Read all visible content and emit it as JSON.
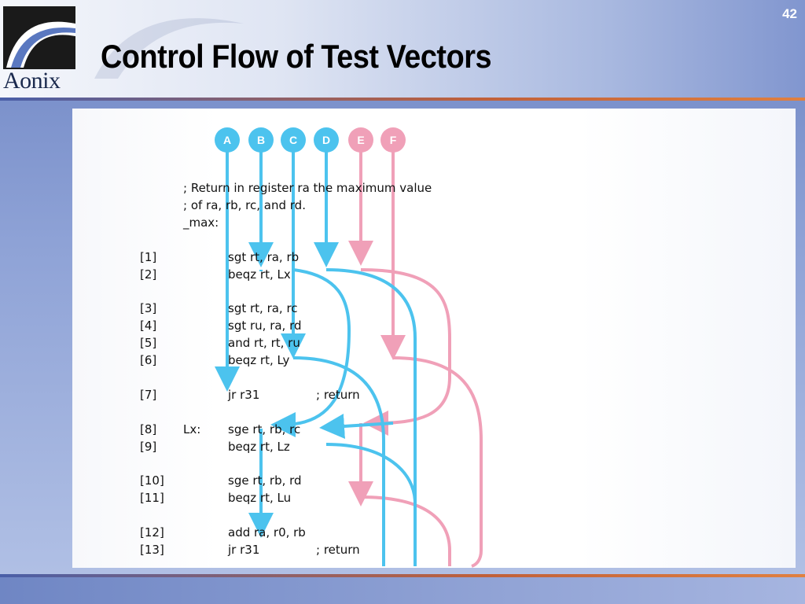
{
  "header": {
    "title": "Control Flow of Test Vectors",
    "page_number": "42",
    "logo_text": "Aonix"
  },
  "colors": {
    "blue_path": "#4cc3ee",
    "pink_path": "#f0a0b8",
    "title": "#000000"
  },
  "nodes": [
    {
      "id": "A",
      "color": "blue"
    },
    {
      "id": "B",
      "color": "blue"
    },
    {
      "id": "C",
      "color": "blue"
    },
    {
      "id": "D",
      "color": "blue"
    },
    {
      "id": "E",
      "color": "pink"
    },
    {
      "id": "F",
      "color": "pink"
    }
  ],
  "comments": [
    "; Return in register ra the maximum value",
    "; of ra, rb, rc, and rd.",
    "_max:"
  ],
  "lines": [
    {
      "num": "[1]",
      "label": "",
      "instr": "sgt rt, ra, rb",
      "comment": ""
    },
    {
      "num": "[2]",
      "label": "",
      "instr": "beqz rt, Lx",
      "comment": ""
    },
    {
      "num": "[3]",
      "label": "",
      "instr": "sgt rt, ra, rc",
      "comment": ""
    },
    {
      "num": "[4]",
      "label": "",
      "instr": "sgt ru, ra, rd",
      "comment": ""
    },
    {
      "num": "[5]",
      "label": "",
      "instr": "and rt, rt, ru",
      "comment": ""
    },
    {
      "num": "[6]",
      "label": "",
      "instr": "beqz rt, Ly",
      "comment": ""
    },
    {
      "num": "[7]",
      "label": "",
      "instr": "jr r31",
      "comment": "; return"
    },
    {
      "num": "[8]",
      "label": "Lx:",
      "instr": "sge rt, rb, rc",
      "comment": ""
    },
    {
      "num": "[9]",
      "label": "",
      "instr": "beqz rt, Lz",
      "comment": ""
    },
    {
      "num": "[10]",
      "label": "",
      "instr": "sge rt, rb, rd",
      "comment": ""
    },
    {
      "num": "[11]",
      "label": "",
      "instr": "beqz rt, Lu",
      "comment": ""
    },
    {
      "num": "[12]",
      "label": "",
      "instr": "add ra, r0, rb",
      "comment": ""
    },
    {
      "num": "[13]",
      "label": "",
      "instr": "jr r31",
      "comment": "; return"
    }
  ]
}
